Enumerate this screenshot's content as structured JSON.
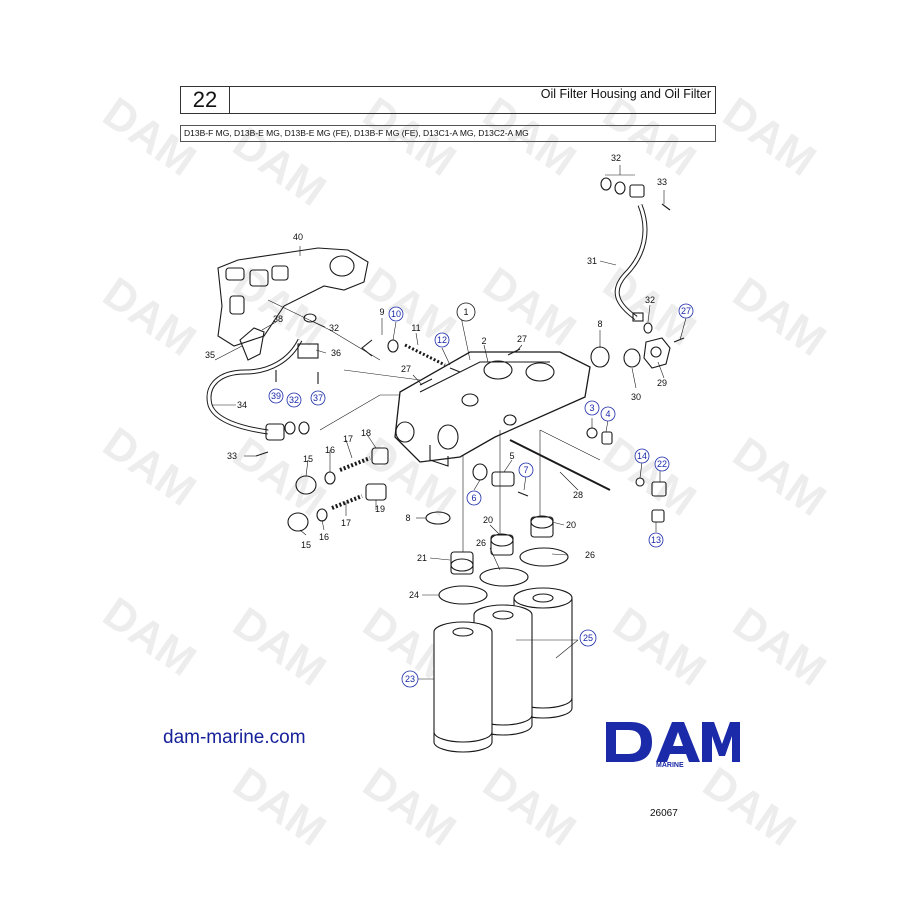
{
  "header": {
    "page_number": "22",
    "title": "Oil Filter Housing and Oil Filter"
  },
  "models": "D13B-F MG, D13B-E MG, D13B-E MG (FE), D13B-F MG (FE), D13C1-A MG, D13C2-A MG",
  "website": "dam-marine.com",
  "brand": {
    "logo_text": "DAM",
    "sub_text": "MARINE",
    "color": "#1a2aa8"
  },
  "watermark_text": "DAM",
  "drawing_number": "26067",
  "callouts": {
    "c1": "1",
    "c2": "2",
    "c3": "3",
    "c4": "4",
    "c5": "5",
    "c6": "6",
    "c7": "7",
    "c8a": "8",
    "c8b": "8",
    "c9": "9",
    "c10": "10",
    "c11": "11",
    "c12": "12",
    "c13": "13",
    "c14": "14",
    "c15a": "15",
    "c15b": "15",
    "c16a": "16",
    "c16b": "16",
    "c17a": "17",
    "c17b": "17",
    "c18": "18",
    "c19": "19",
    "c20a": "20",
    "c20b": "20",
    "c21": "21",
    "c22": "22",
    "c23": "23",
    "c24": "24",
    "c25": "25",
    "c26a": "26",
    "c26b": "26",
    "c27a": "27",
    "c27b": "27",
    "c27c": "27",
    "c28": "28",
    "c29": "29",
    "c30": "30",
    "c31": "31",
    "c32a": "32",
    "c32b": "32",
    "c32c": "32",
    "c32d": "32",
    "c33a": "33",
    "c33b": "33",
    "c34": "34",
    "c35": "35",
    "c36": "36",
    "c37": "37",
    "c38": "38",
    "c39": "39",
    "c40": "40"
  }
}
